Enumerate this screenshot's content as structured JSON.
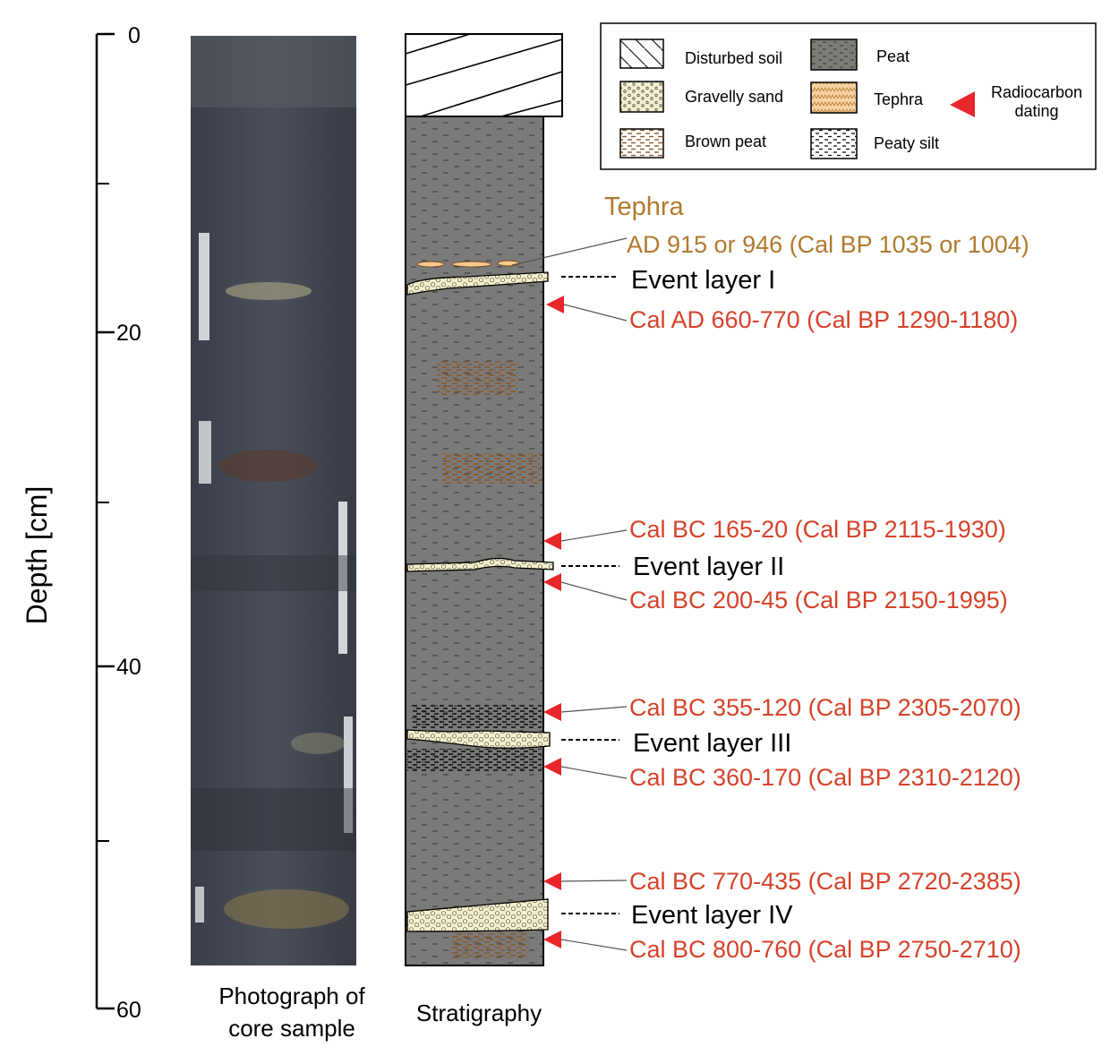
{
  "axis": {
    "label": "Depth [cm]",
    "ticks": [
      "0",
      "20",
      "40",
      "60"
    ]
  },
  "columns": {
    "photo_caption_line1": "Photograph of",
    "photo_caption_line2": "core sample",
    "strat_caption": "Stratigraphy"
  },
  "legend": {
    "items": [
      {
        "label": "Disturbed soil",
        "pattern": "disturbed-soil"
      },
      {
        "label": "Gravelly sand",
        "pattern": "gravelly-sand"
      },
      {
        "label": "Brown peat",
        "pattern": "brown-peat"
      },
      {
        "label": "Peat",
        "pattern": "peat"
      },
      {
        "label": "Tephra",
        "pattern": "tephra"
      },
      {
        "label": "Peaty silt",
        "pattern": "peaty-silt"
      }
    ],
    "radiocarbon_line1": "Radiocarbon",
    "radiocarbon_line2": "dating"
  },
  "tephra": {
    "title": "Tephra",
    "date": "AD 915 or 946 (Cal BP 1035 or 1004)"
  },
  "event_layers": [
    "Event layer I",
    "Event layer II",
    "Event layer III",
    "Event layer IV"
  ],
  "dates": [
    "Cal AD 660-770 (Cal BP 1290-1180)",
    "Cal BC 165-20 (Cal BP 2115-1930)",
    "Cal BC 200-45 (Cal BP 2150-1995)",
    "Cal BC 355-120 (Cal BP 2305-2070)",
    "Cal BC 360-170 (Cal BP 2310-2120)",
    "Cal BC 770-435 (Cal BP 2720-2385)",
    "Cal BC 800-760 (Cal BP 2750-2710)"
  ],
  "colors": {
    "peat": "#7a7a7a",
    "sand": "#f4f0cc",
    "brown": "#8a5a2b",
    "tephra": "#b07a2e",
    "dating_text": "#d6422a",
    "marker": "#e8262b"
  }
}
